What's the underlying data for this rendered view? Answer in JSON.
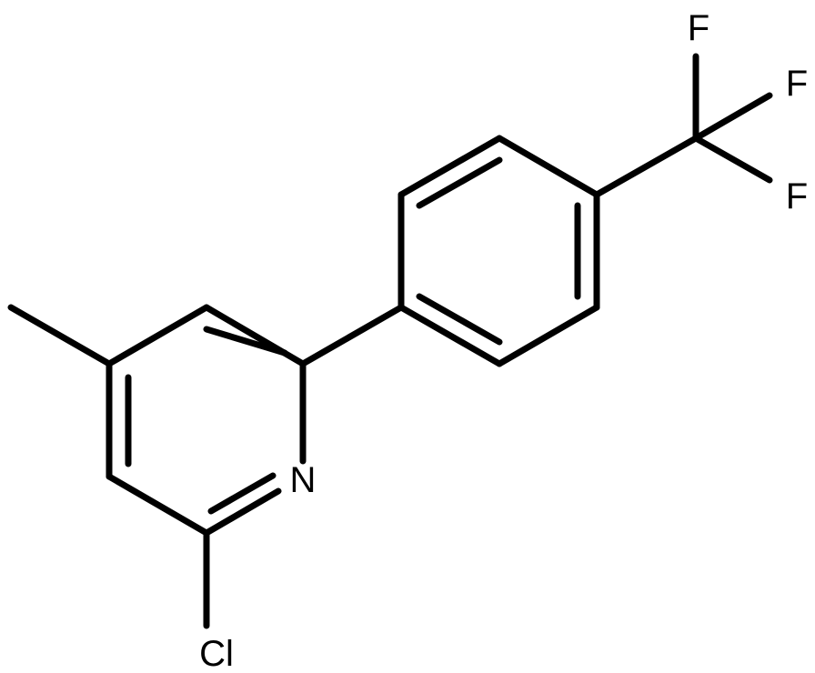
{
  "atoms": {
    "n": "N",
    "cl": "Cl",
    "f1": "F",
    "f2": "F",
    "f3": "F"
  },
  "colors": {
    "bond": "#000000",
    "label": "#000000",
    "background": "#ffffff"
  }
}
